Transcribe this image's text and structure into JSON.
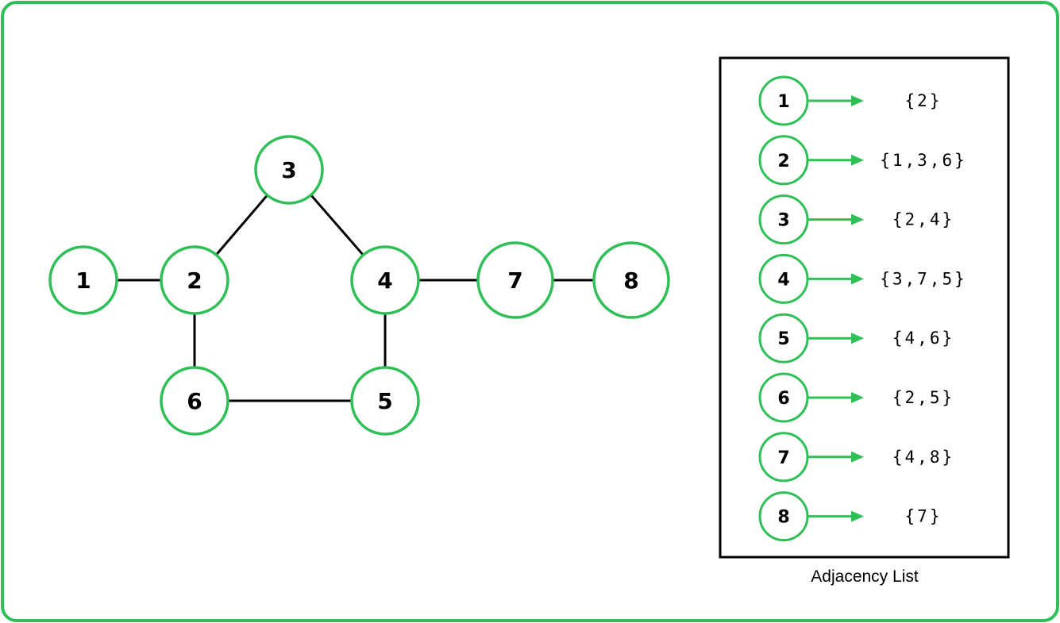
{
  "colors": {
    "frame": "#2fbf57",
    "node_stroke": "#2fbf57",
    "arrow": "#2fbf57",
    "edge": "#000000",
    "text": "#000000",
    "panel_border": "#000000",
    "background": "#ffffff"
  },
  "graph": {
    "nodes": [
      {
        "id": "1",
        "label": "1"
      },
      {
        "id": "2",
        "label": "2"
      },
      {
        "id": "3",
        "label": "3"
      },
      {
        "id": "4",
        "label": "4"
      },
      {
        "id": "5",
        "label": "5"
      },
      {
        "id": "6",
        "label": "6"
      },
      {
        "id": "7",
        "label": "7"
      },
      {
        "id": "8",
        "label": "8"
      }
    ],
    "edges": [
      [
        "1",
        "2"
      ],
      [
        "2",
        "3"
      ],
      [
        "3",
        "4"
      ],
      [
        "2",
        "6"
      ],
      [
        "6",
        "5"
      ],
      [
        "4",
        "5"
      ],
      [
        "4",
        "7"
      ],
      [
        "7",
        "8"
      ]
    ]
  },
  "adjacency_list": {
    "caption": "Adjacency List",
    "rows": [
      {
        "node": "1",
        "neighbors": "{2}"
      },
      {
        "node": "2",
        "neighbors": "{1,3,6}"
      },
      {
        "node": "3",
        "neighbors": "{2,4}"
      },
      {
        "node": "4",
        "neighbors": "{3,7,5}"
      },
      {
        "node": "5",
        "neighbors": "{4,6}"
      },
      {
        "node": "6",
        "neighbors": "{2,5}"
      },
      {
        "node": "7",
        "neighbors": "{4,8}"
      },
      {
        "node": "8",
        "neighbors": "{7}"
      }
    ]
  }
}
